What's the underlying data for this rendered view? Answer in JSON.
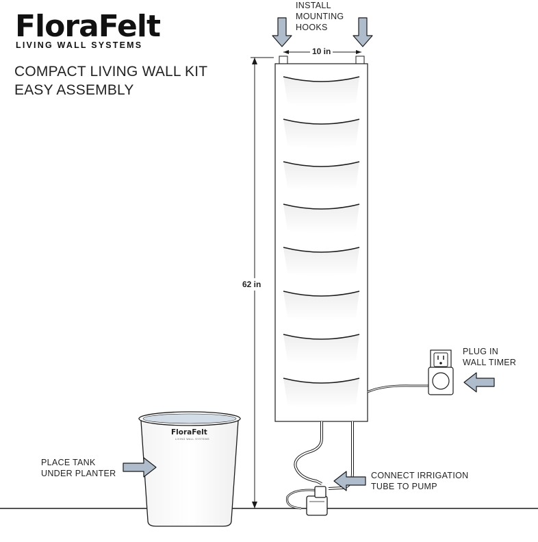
{
  "brand": {
    "logo_text": "FloraFelt",
    "tagline": "LIVING WALL SYSTEMS",
    "tank_logo_text": "FloraFelt",
    "tank_tagline": "LIVING WALL SYSTEMS"
  },
  "title": {
    "line1": "COMPACT LIVING WALL KIT",
    "line2": "EASY ASSEMBLY"
  },
  "callouts": {
    "mounting_hooks": [
      "INSTALL",
      "MOUNTING",
      "HOOKS"
    ],
    "timer": [
      "PLUG IN",
      "WALL TIMER"
    ],
    "pump": [
      "CONNECT IRRIGATION",
      "TUBE TO PUMP"
    ],
    "tank": [
      "PLACE TANK",
      "UNDER PLANTER"
    ]
  },
  "dimensions": {
    "width": "10 in",
    "height": "62 in"
  },
  "planter": {
    "pocket_count": 8
  },
  "colors": {
    "arrow_fill": "#aebccb",
    "line": "#1a1a1a",
    "tank_rim": "#d2dde8"
  }
}
